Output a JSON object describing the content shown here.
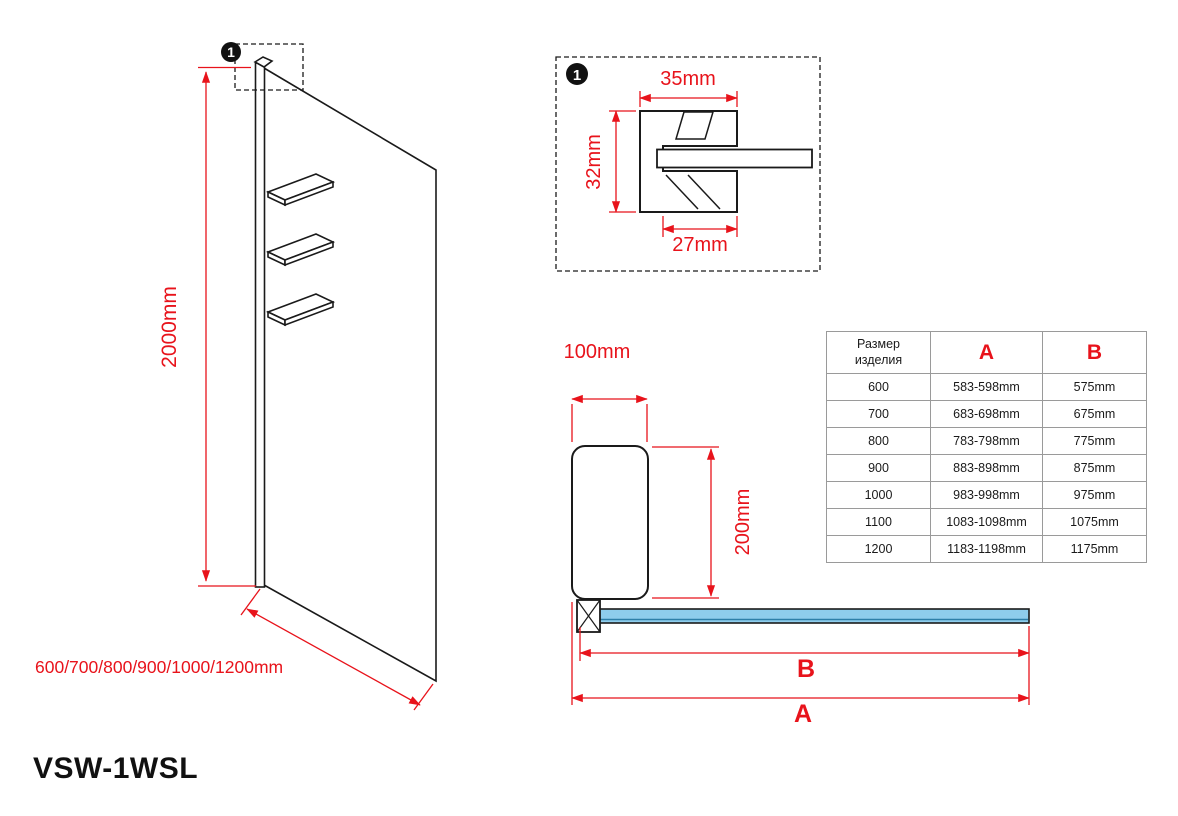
{
  "model": "VSW-1WSL",
  "colors": {
    "dimension_red": "#e8131b",
    "line_black": "#1a1a1a",
    "glass_blue": "#8ecdec"
  },
  "callout": {
    "number": "1"
  },
  "front_view": {
    "height_label": "2000mm",
    "width_label": "600/700/800/900/1000/1200mm"
  },
  "detail_view": {
    "callout_number": "1",
    "top_width_label": "35mm",
    "height_label": "32mm",
    "bottom_width_label": "27mm"
  },
  "top_view": {
    "wall_profile_width_label": "100mm",
    "wall_profile_depth_label": "200mm",
    "dim_b_label": "B",
    "dim_a_label": "A"
  },
  "size_table": {
    "headers": {
      "size": "Размер изделия",
      "a": "A",
      "b": "B"
    },
    "rows": [
      {
        "size": "600",
        "a": "583-598mm",
        "b": "575mm"
      },
      {
        "size": "700",
        "a": "683-698mm",
        "b": "675mm"
      },
      {
        "size": "800",
        "a": "783-798mm",
        "b": "775mm"
      },
      {
        "size": "900",
        "a": "883-898mm",
        "b": "875mm"
      },
      {
        "size": "1000",
        "a": "983-998mm",
        "b": "975mm"
      },
      {
        "size": "1100",
        "a": "1083-1098mm",
        "b": "1075mm"
      },
      {
        "size": "1200",
        "a": "1183-1198mm",
        "b": "1175mm"
      }
    ]
  }
}
